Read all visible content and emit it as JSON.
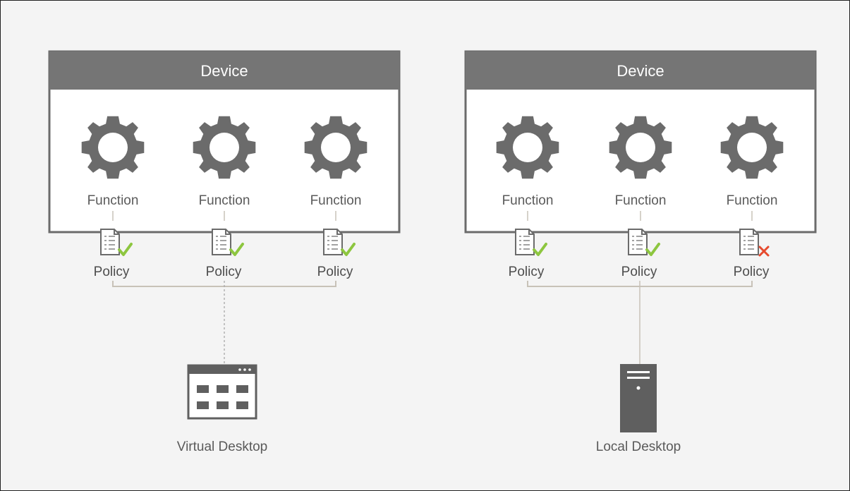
{
  "colors": {
    "device_header": "#757575",
    "device_border": "#6b6b6b",
    "gear": "#6b6b6b",
    "connector": "#c8c2b8",
    "check": "#8dc63f",
    "cross": "#e64a2e",
    "icon_dark": "#5f5f5f"
  },
  "left_panel": {
    "device_title": "Device",
    "functions": [
      {
        "label": "Function",
        "policy": "Policy",
        "status": "allowed"
      },
      {
        "label": "Function",
        "policy": "Policy",
        "status": "allowed"
      },
      {
        "label": "Function",
        "policy": "Policy",
        "status": "allowed"
      }
    ],
    "desktop_label": "Virtual Desktop",
    "desktop_icon": "browser-window-icon",
    "link_style": "dashed"
  },
  "right_panel": {
    "device_title": "Device",
    "functions": [
      {
        "label": "Function",
        "policy": "Policy",
        "status": "allowed"
      },
      {
        "label": "Function",
        "policy": "Policy",
        "status": "allowed"
      },
      {
        "label": "Function",
        "policy": "Policy",
        "status": "blocked"
      }
    ],
    "desktop_label": "Local Desktop",
    "desktop_icon": "server-tower-icon",
    "link_style": "solid"
  }
}
